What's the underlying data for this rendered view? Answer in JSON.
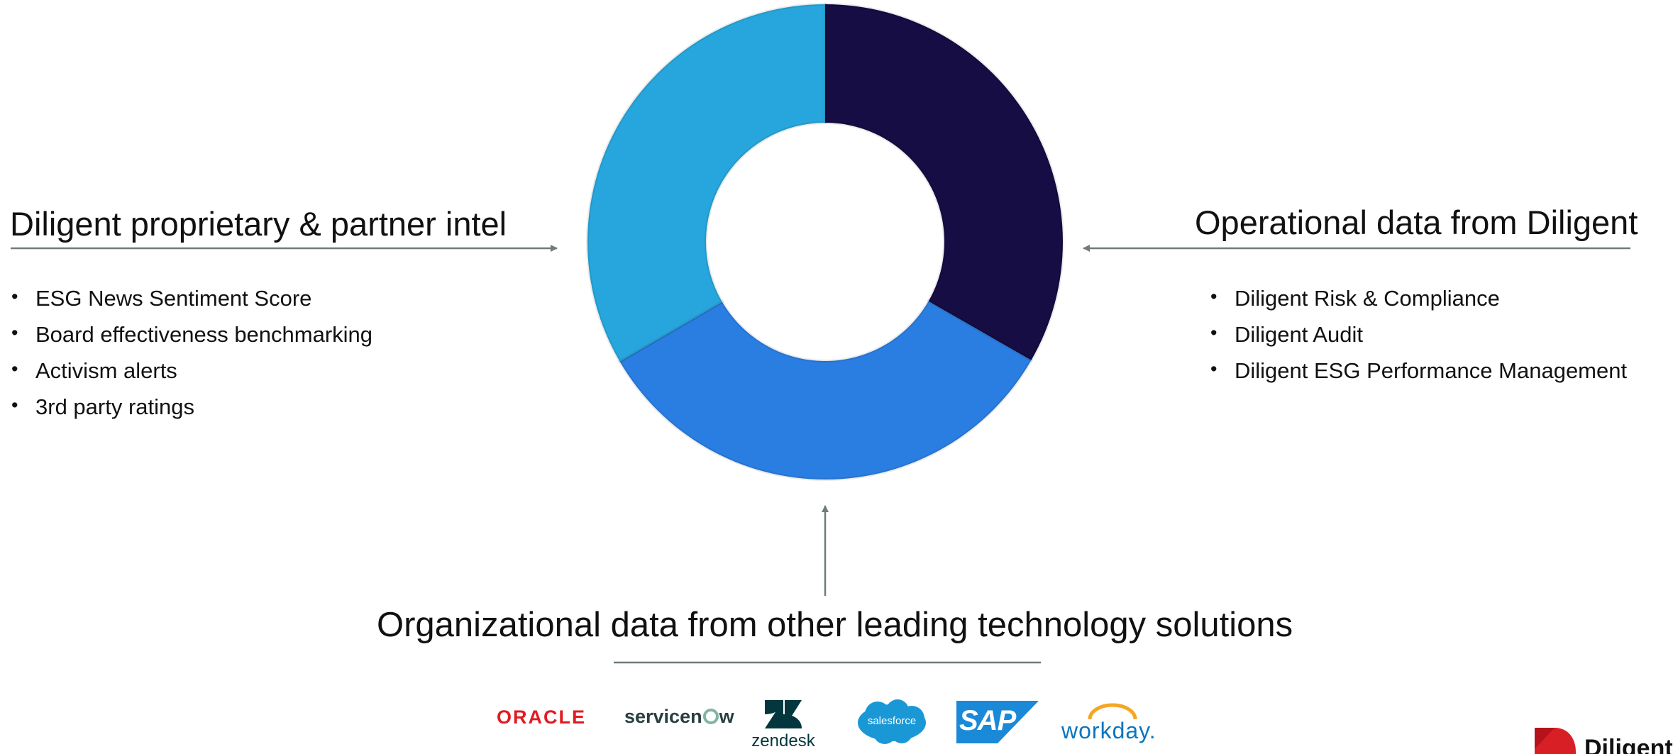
{
  "left_panel": {
    "heading": "Diligent proprietary & partner intel",
    "items": [
      "ESG News Sentiment Score",
      "Board effectiveness benchmarking",
      "Activism alerts",
      "3rd party ratings"
    ]
  },
  "right_panel": {
    "heading": "Operational data from Diligent",
    "items": [
      "Diligent Risk & Compliance",
      "Diligent Audit",
      "Diligent ESG Performance Management"
    ]
  },
  "bottom_panel": {
    "heading": "Organizational data from other leading technology solutions"
  },
  "donut": {
    "segments": [
      {
        "share": 0.333,
        "color": "#150d43"
      },
      {
        "share": 0.333,
        "color": "#2a7de1"
      },
      {
        "share": 0.334,
        "color": "#26a6dc"
      }
    ]
  },
  "logos": {
    "oracle": "ORACLE",
    "servicenow_a": "servicen",
    "servicenow_b": "w",
    "zendesk": "zendesk",
    "salesforce": "salesforce",
    "sap": "SAP",
    "workday": "workday.",
    "diligent": "Diligent"
  },
  "colors": {
    "arrow": "#6f7d78",
    "oracle_red": "#e11b22",
    "servicenow_green": "#81b5a1",
    "salesforce_blue": "#1a98d5",
    "sap_blue": "#1a8ad8",
    "workday_blue": "#0875c0",
    "workday_orange": "#f5a623",
    "diligent_red": "#d81f26"
  }
}
